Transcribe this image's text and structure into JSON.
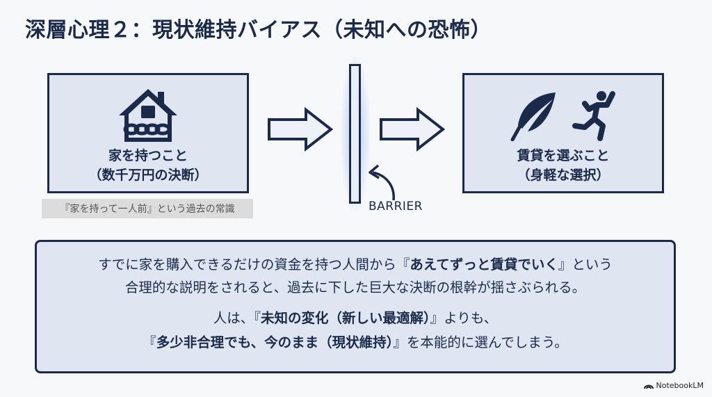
{
  "title": "深層心理２：現状維持バイアス（未知への恐怖）",
  "left_box": {
    "icon": "house-chained-icon",
    "label_line1": "家を持つこと",
    "label_line2": "（数千万円の決断）"
  },
  "left_note": "『家を持って一人前』という過去の常識",
  "barrier_label": "BARRIER",
  "right_box": {
    "icons": [
      "feather-icon",
      "running-person-icon"
    ],
    "label_line1": "賃貸を選ぶこと",
    "label_line2": "（身軽な選択）"
  },
  "explanation": {
    "l1_pre": "すでに家を購入できるだけの資金を持つ人間から『",
    "l1_bold": "あえてずっと賃貸でいく",
    "l1_post": "』という",
    "l2": "合理的な説明をされると、過去に下した巨大な決断の根幹が揺さぶられる。",
    "l3_pre": "人は、『",
    "l3_bold": "未知の変化（新しい最適解）",
    "l3_post": "』よりも、",
    "l4_pre": "『",
    "l4_bold": "多少非合理でも、今のまま（現状維持）",
    "l4_post": "』を本能的に選んでしまう。"
  },
  "brand": "NotebookLM",
  "colors": {
    "navy": "#1b2a4a",
    "panel": "#dfe6f1",
    "note_bg": "#dcdcdc"
  }
}
